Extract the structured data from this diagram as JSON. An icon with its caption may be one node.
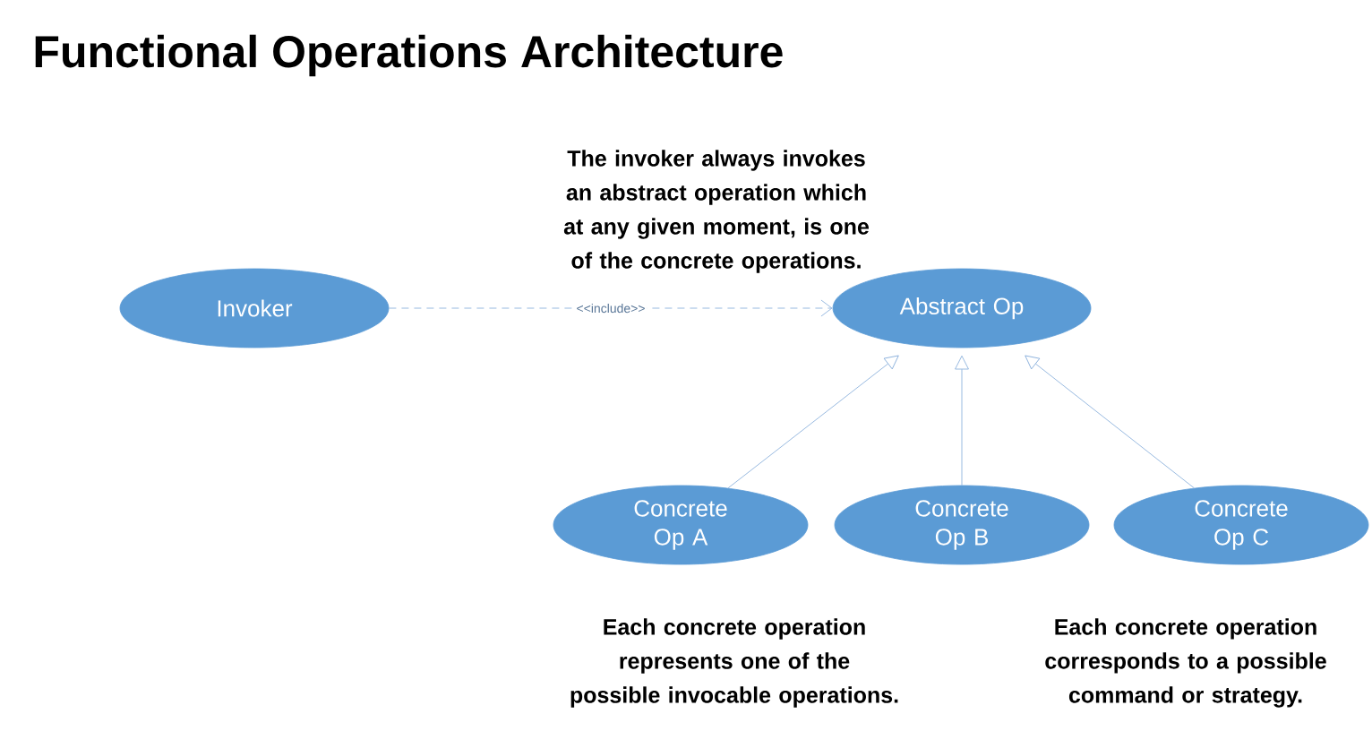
{
  "diagram": {
    "title": "Functional Operations Architecture",
    "nodes": [
      {
        "text": [
          "Invoker"
        ]
      },
      {
        "text": [
          "Abstract Op"
        ]
      },
      {
        "text": [
          "Concrete Op A"
        ]
      },
      {
        "text": [
          "Concrete Op B"
        ]
      },
      {
        "text": [
          "Concrete Op C"
        ]
      }
    ],
    "edges": [
      {
        "from": 0,
        "to": 1,
        "arrow": "to",
        "label": "<<include>>",
        "style": "dashed"
      },
      {
        "from": 2,
        "to": 1,
        "arrow": "to"
      },
      {
        "from": 3,
        "to": 1,
        "arrow": "to"
      },
      {
        "from": 4,
        "to": 1,
        "arrow": "to"
      }
    ],
    "labels": [
      "The invoker always invokes an abstract operation which at any given moment, is one of the concrete operations.",
      "Each concrete operation represents one of the possible invocable operations.",
      "Each concrete operation corresponds to a possible command or strategy."
    ]
  }
}
